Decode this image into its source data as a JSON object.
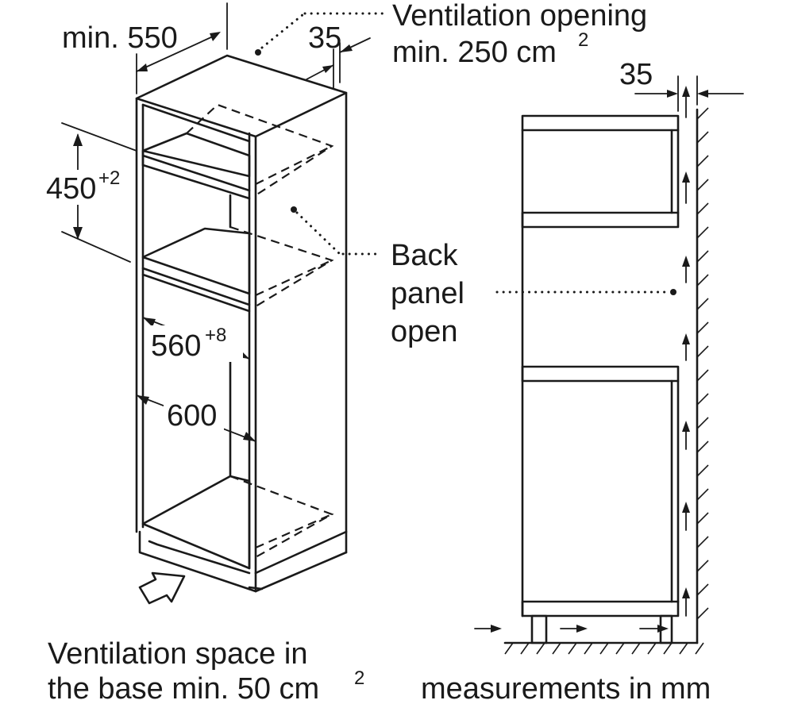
{
  "labels": {
    "min_550": "min. 550",
    "depth_35": "35",
    "vent_opening_1": "Ventilation opening",
    "vent_opening_2": "min. 250 cm",
    "vent_opening_sup": "2",
    "height_450": "450",
    "height_450_sup": "+2",
    "back_panel_1": "Back",
    "back_panel_2": "panel",
    "back_panel_3": "open",
    "width_560": "560",
    "width_560_sup": "+8",
    "width_600": "600",
    "side_35": "35",
    "base_vent_1": "Ventilation space in",
    "base_vent_2": "the base min. 50 cm",
    "base_vent_sup": "2",
    "units_note": "measurements in mm"
  }
}
